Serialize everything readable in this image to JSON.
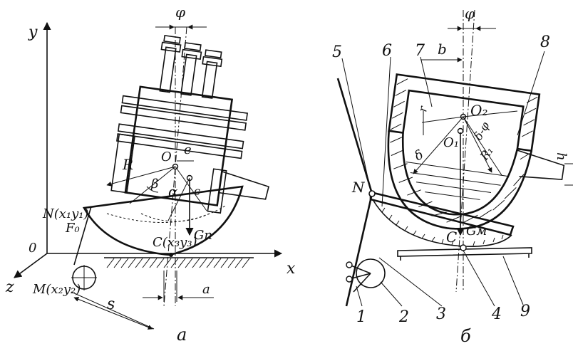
{
  "figure_a": {
    "labels": {
      "y": "y",
      "x": "x",
      "z": "z",
      "origin": "0",
      "phi": "φ",
      "O": "O",
      "e": "e",
      "R": "R",
      "beta": "β",
      "alpha": "α",
      "c": "c",
      "N": "N(x₁y₁)",
      "F0": "F₀",
      "Gn": "Gп",
      "C": "C(x₃y₃)",
      "M": "M(x₂y₂)",
      "s": "s",
      "a": "a",
      "caption": "a"
    }
  },
  "figure_b": {
    "labels": {
      "phi": "φ",
      "b": "b",
      "n5": "5",
      "n6": "6",
      "n7": "7",
      "n8": "8",
      "O2": "O₂",
      "O1": "O₁",
      "r": "r",
      "delta": "δ",
      "delta_phi": "δ-φ",
      "R1": "R₁",
      "h": "h",
      "N": "N",
      "C": "C",
      "Gm": "Gм",
      "n1": "1",
      "n2": "2",
      "n3": "3",
      "n4": "4",
      "n9": "9",
      "caption": "б"
    }
  }
}
